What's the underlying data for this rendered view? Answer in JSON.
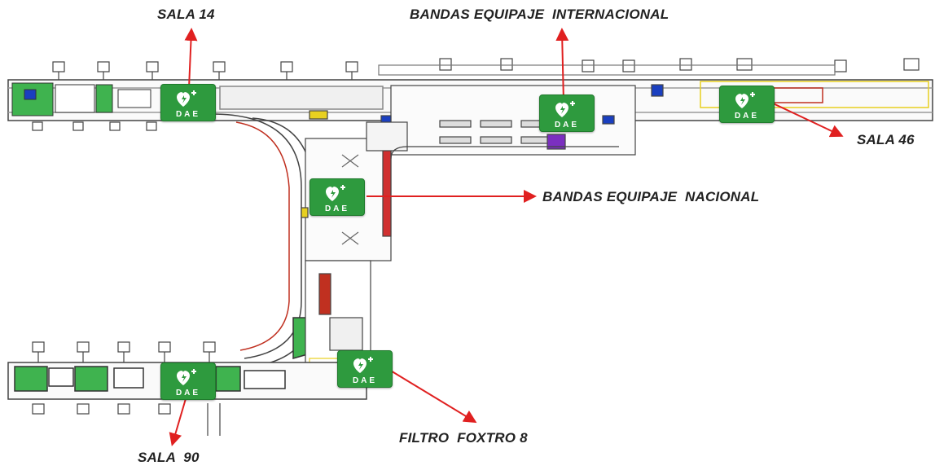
{
  "labels": {
    "sala_14": "SALA 14",
    "bandas_internacional": "BANDAS EQUIPAJE  INTERNACIONAL",
    "sala_46": "SALA 46",
    "bandas_nacional": "BANDAS EQUIPAJE  NACIONAL",
    "filtro_foxtro": "FILTRO  FOXTRO 8",
    "sala_90": "SALA  90"
  },
  "dae_sign_text": "DAE",
  "dae_icon": "heart-defibrillator-icon",
  "colors": {
    "dae_green": "#2e9a3e",
    "arrow_red": "#e02020",
    "room_green": "#3fb34f",
    "floorplan_line": "#333333",
    "accent_blue": "#1a3fc0",
    "accent_yellow": "#e8d020"
  }
}
